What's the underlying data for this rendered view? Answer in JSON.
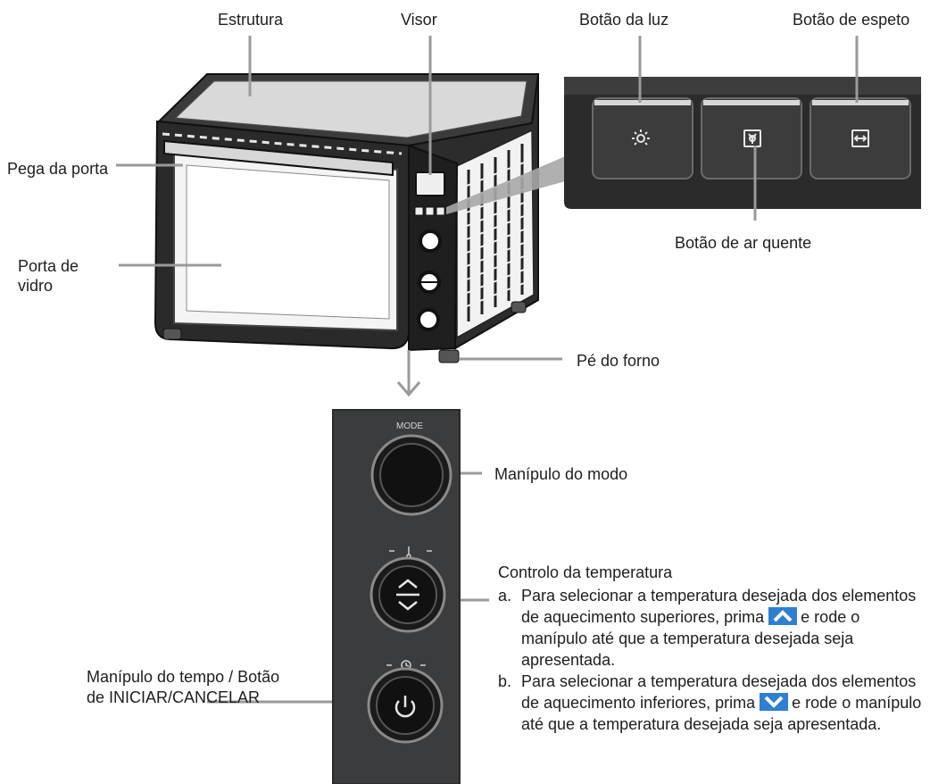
{
  "labels": {
    "estrutura": "Estrutura",
    "visor": "Visor",
    "botao_luz": "Botão da luz",
    "botao_espeto": "Botão de espeto",
    "pega_porta": "Pega da porta",
    "porta_vidro": "Porta de vidro",
    "botao_ar_quente": "Botão de ar quente",
    "pe_forno": "Pé do forno",
    "manipulo_modo": "Manípulo do modo",
    "manipulo_tempo": "Manípulo do tempo / Botão de INICIAR/CANCELAR"
  },
  "panel": {
    "mode_label": "MODE"
  },
  "temperature": {
    "title": "Controlo da temperatura",
    "items": [
      {
        "marker": "a.",
        "text_before": "Para selecionar a temperatura desejada dos elementos de aquecimento superiores, prima",
        "icon": "chevron-up-icon",
        "text_after": "e rode o manípulo até que a temperatura desejada seja apresentada."
      },
      {
        "marker": "b.",
        "text_before": "Para selecionar a temperatura desejada dos elementos de aquecimento inferiores, prima",
        "icon": "chevron-down-icon",
        "text_after": "e rode o manípulo até que a temperatura desejada seja apresentada."
      }
    ]
  },
  "colors": {
    "accent_blue": "#2f7fd0",
    "leader_gray": "#9a9a9a",
    "oven_dark": "#2a2a2a",
    "panel_dark": "#3a3c3e"
  }
}
